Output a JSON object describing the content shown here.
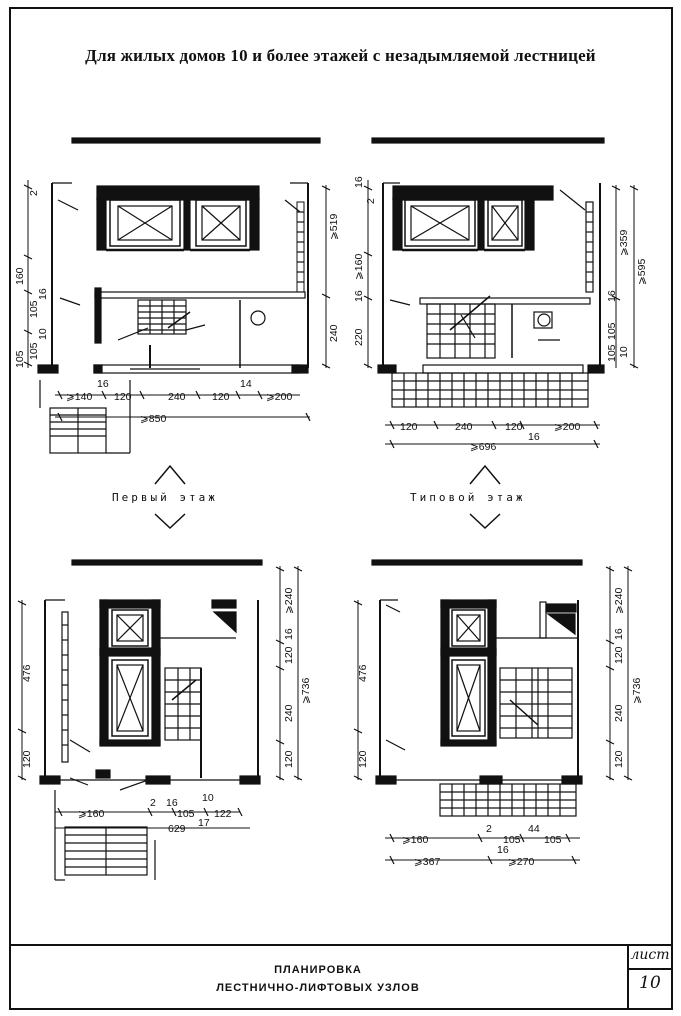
{
  "title": "Для жилых домов 10 и более этажей с незадымляемой лестницей",
  "labels": {
    "first_floor": "Первый этаж",
    "typical_floor": "Типовой этаж"
  },
  "plan_top_left": {
    "dims_left": [
      "2",
      "105",
      "105",
      "160",
      "16",
      "10",
      "105"
    ],
    "dims_right": [
      "⩾519",
      "240"
    ],
    "dims_bottom_row1": [
      "⩾140",
      "120",
      "240",
      "120",
      "⩾200"
    ],
    "dims_bottom_small": [
      "16",
      "14"
    ],
    "dims_bottom_total": "⩾850"
  },
  "plan_top_right": {
    "dims_left": [
      "16",
      "2",
      "⩾160",
      "16",
      "220",
      "105",
      "105",
      "10"
    ],
    "dims_right": [
      "⩾359",
      "⩾595",
      "16"
    ],
    "dims_bottom_row1": [
      "120",
      "240",
      "120",
      "⩾200"
    ],
    "dims_bottom_small": [
      "16"
    ],
    "dims_bottom_total": "⩾696"
  },
  "plan_bottom_left": {
    "dims_left": [
      "476",
      "120"
    ],
    "dims_right": [
      "⩾240",
      "16",
      "120",
      "240",
      "120",
      "⩾736"
    ],
    "dims_bottom_row1": [
      "⩾160",
      "2",
      "16",
      "105",
      "17",
      "122",
      "10"
    ],
    "dims_bottom_total": "629"
  },
  "plan_bottom_right": {
    "dims_left": [
      "476",
      "120"
    ],
    "dims_right": [
      "⩾240",
      "16",
      "120",
      "240",
      "120",
      "⩾736"
    ],
    "dims_bottom_row1": [
      "⩾160",
      "2",
      "105",
      "44",
      "105",
      "16"
    ],
    "dims_bottom_total": [
      "⩾367",
      "⩾270"
    ]
  },
  "titleblock": {
    "line1": "ПЛАНИРОВКА",
    "line2": "ЛЕСТНИЧНО-ЛИФТОВЫХ УЗЛОВ",
    "list_label": "лист",
    "list_number": "10"
  }
}
